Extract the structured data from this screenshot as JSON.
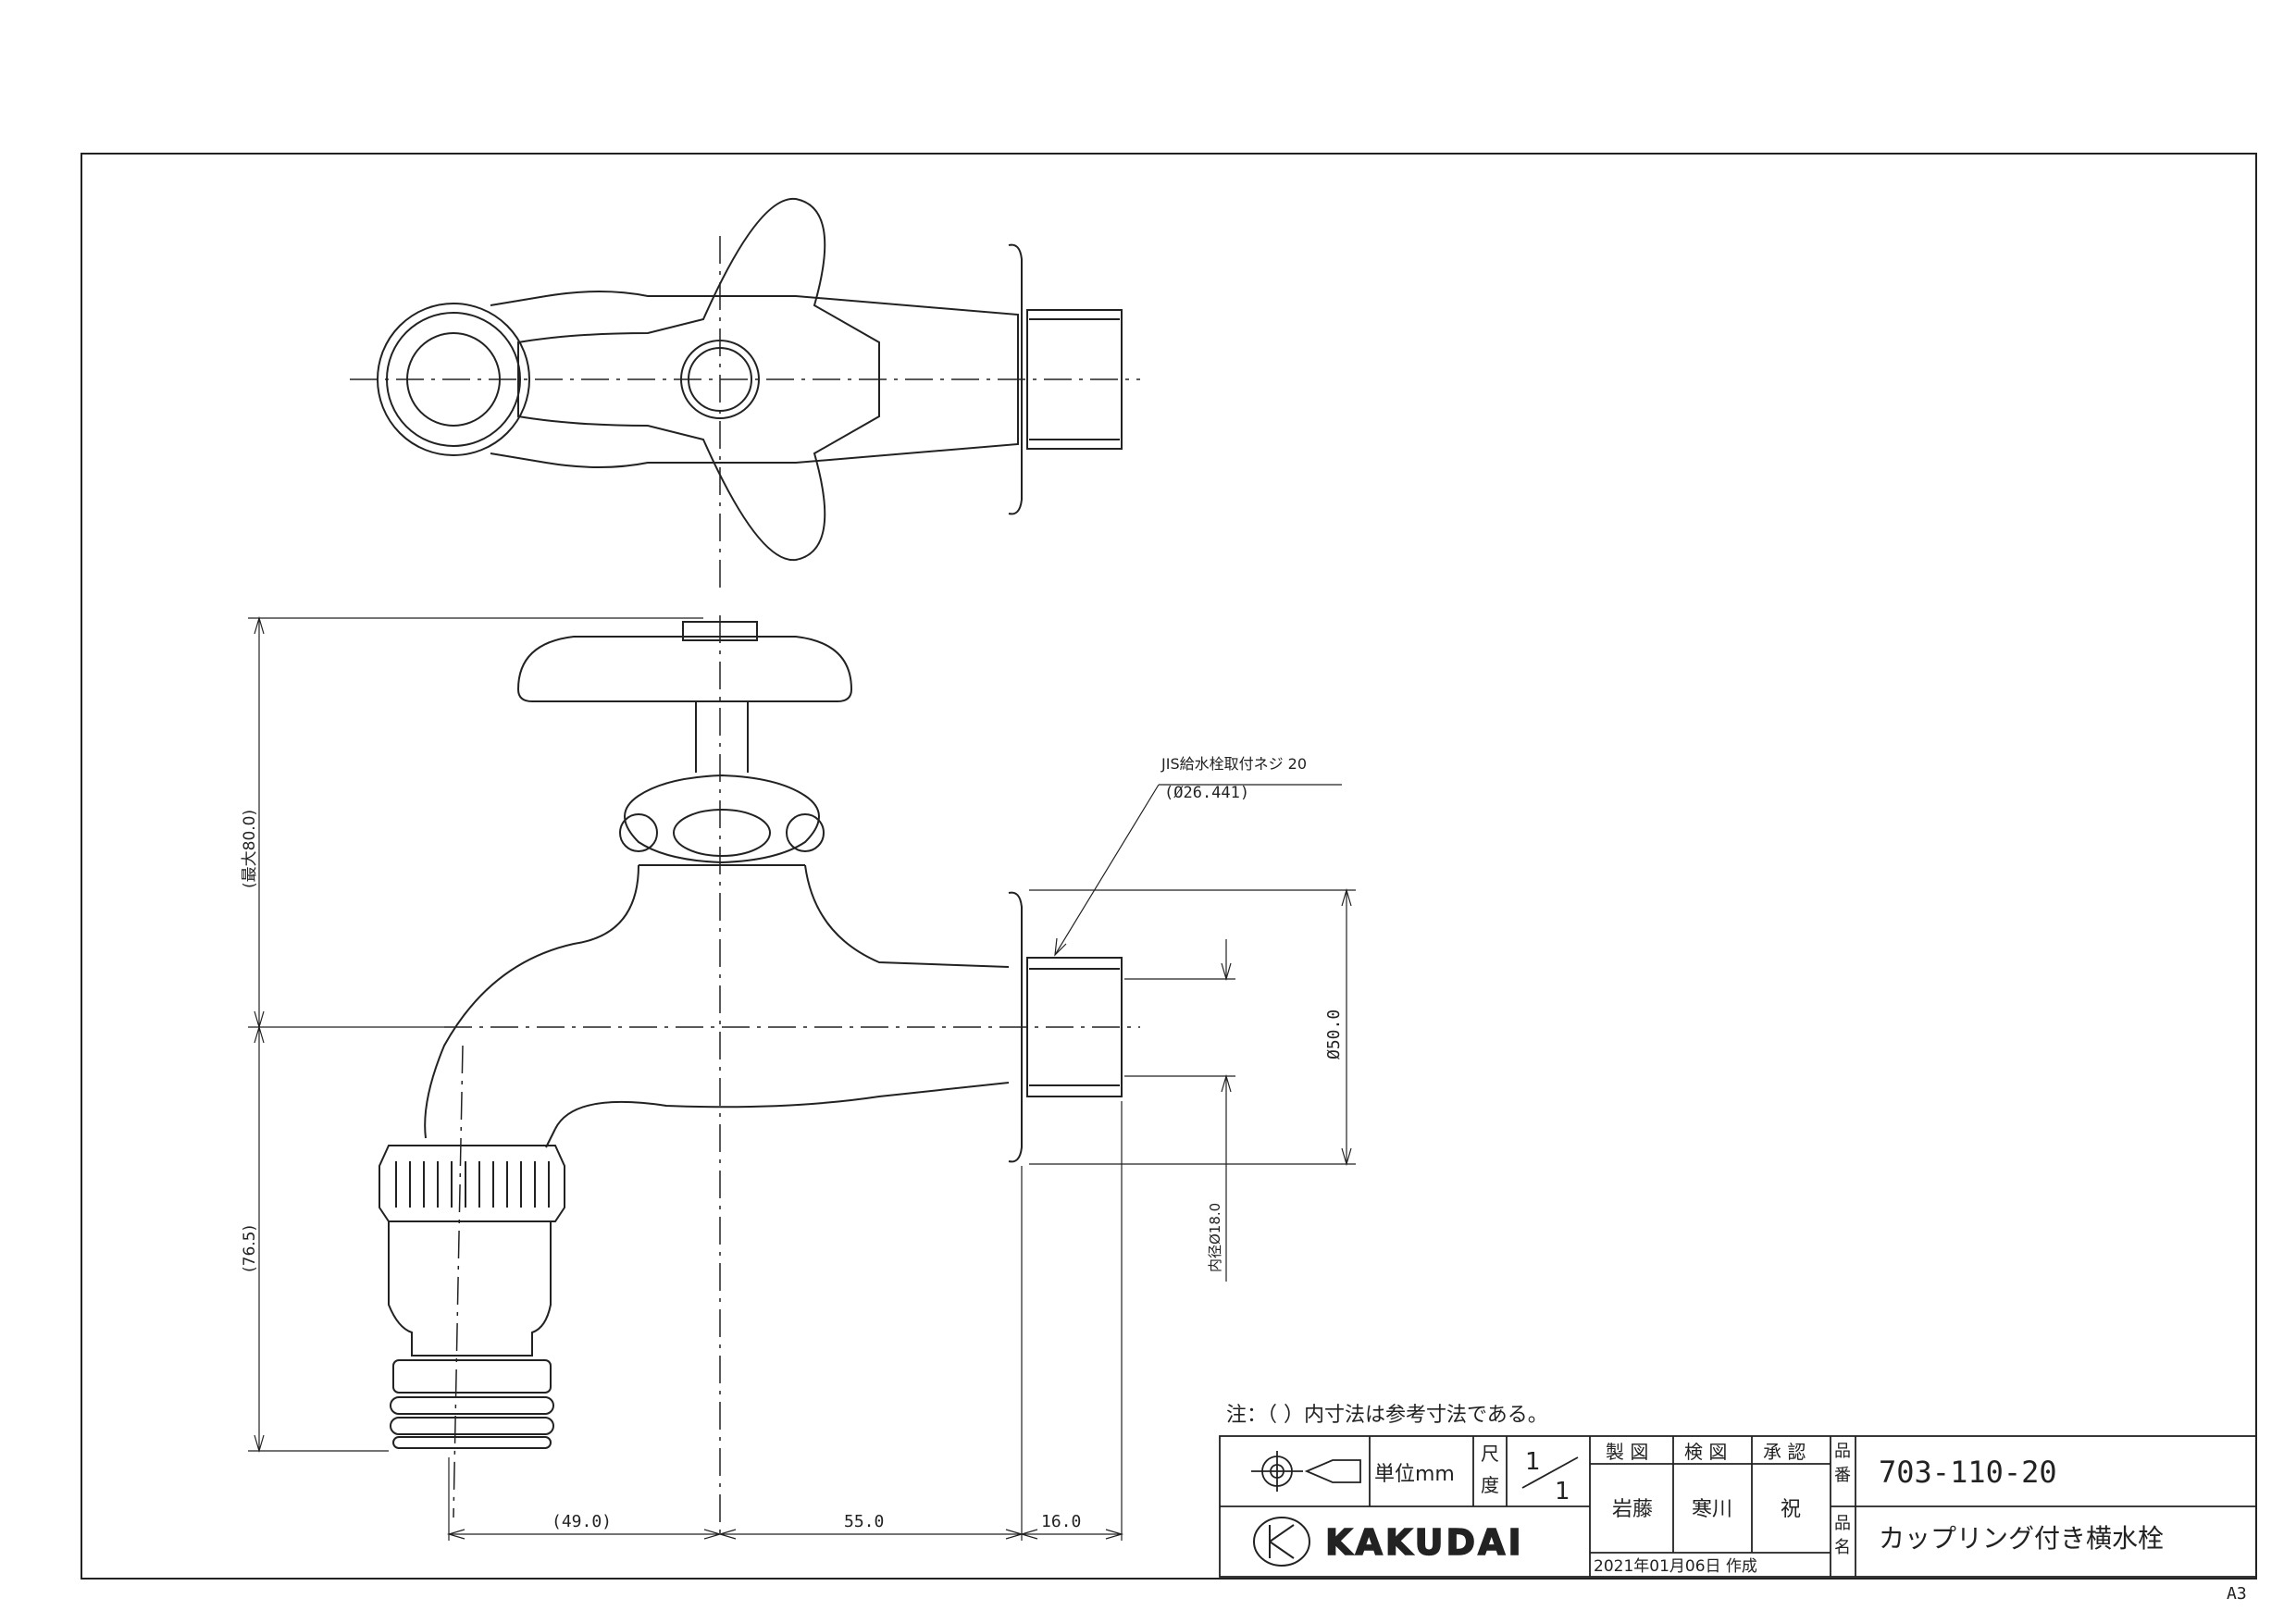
{
  "dimensions": {
    "handle_height": "(最大80.0)",
    "spout_height": "(76.5)",
    "spout_offset": "(49.0)",
    "body_length": "55.0",
    "thread_length": "16.0",
    "flange_dia": "Ø50.0",
    "inner_dia": "内径Ø18.0",
    "thread_spec": "JIS給水栓取付ネジ 20",
    "thread_dia": "(Ø26.441)"
  },
  "note": "注：（ ）内寸法は参考寸法である。",
  "title_block": {
    "unit_label": "単位mm",
    "scale_label": "尺度",
    "scale_top": "1",
    "scale_bottom": "1",
    "col_drawn": "製 図",
    "col_checked": "検 図",
    "col_approved": "承 認",
    "drawn_by": "岩藤",
    "checked_by": "寒川",
    "approved_by": "祝",
    "part_no_label": "品番",
    "part_no": "703-110-20",
    "part_name_label": "品名",
    "part_name": "カップリング付き横水栓",
    "date": "2021年01月06日 作成",
    "brand": "KAKUDAI"
  },
  "sheet_size": "A3"
}
